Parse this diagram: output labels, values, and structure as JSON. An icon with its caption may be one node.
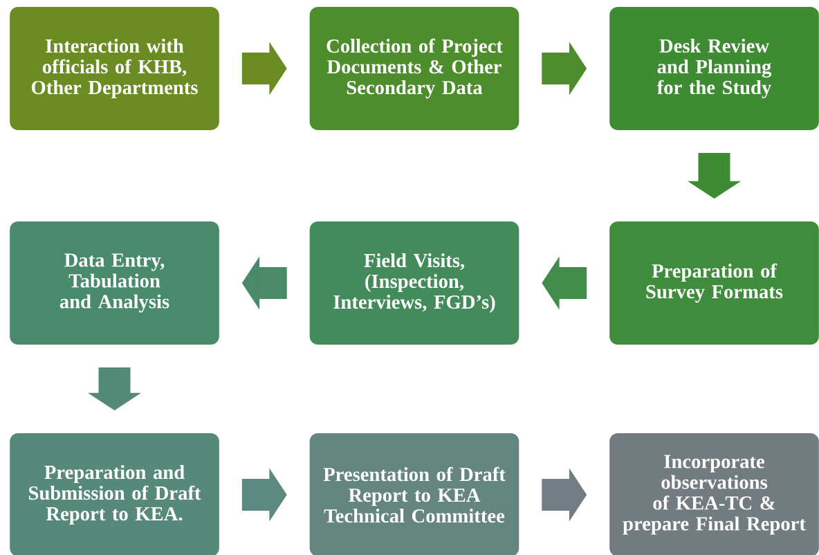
{
  "diagram": {
    "nodes": [
      {
        "text": [
          "Interaction with officials of KHB, Other Departments"
        ]
      },
      {
        "text": [
          "Collection of Project Documents & Other Secondary Data"
        ]
      },
      {
        "text": [
          "Desk Review and Planning for the Study"
        ]
      },
      {
        "text": [
          "Preparation of Survey Formats"
        ]
      },
      {
        "text": [
          "Field Visits, (Inspection, Interviews, FGD’s)"
        ]
      },
      {
        "text": [
          "Data Entry, Tabulation and Analysis"
        ]
      },
      {
        "text": [
          "Preparation and Submission of Draft Report to KEA."
        ]
      },
      {
        "text": [
          "Presentation of Draft Report to KEA Technical Committee"
        ]
      },
      {
        "text": [
          "Incorporate observations of KEA-TC & prepare Final Report"
        ]
      }
    ],
    "edges": [
      {
        "from": 0,
        "to": 1,
        "arrow": "to",
        "color": "#6b8c22"
      },
      {
        "from": 1,
        "to": 2,
        "arrow": "to",
        "color": "#4e8d2c"
      },
      {
        "from": 2,
        "to": 3,
        "arrow": "to",
        "color": "#3e8b34"
      },
      {
        "from": 3,
        "to": 4,
        "arrow": "to",
        "color": "#428b4a"
      },
      {
        "from": 4,
        "to": 5,
        "arrow": "to",
        "color": "#4a8a68"
      },
      {
        "from": 5,
        "to": 6,
        "arrow": "to",
        "color": "#538a78"
      },
      {
        "from": 6,
        "to": 7,
        "arrow": "to",
        "color": "#5d8a80"
      },
      {
        "from": 7,
        "to": 8,
        "arrow": "to",
        "color": "#737e84"
      }
    ]
  }
}
